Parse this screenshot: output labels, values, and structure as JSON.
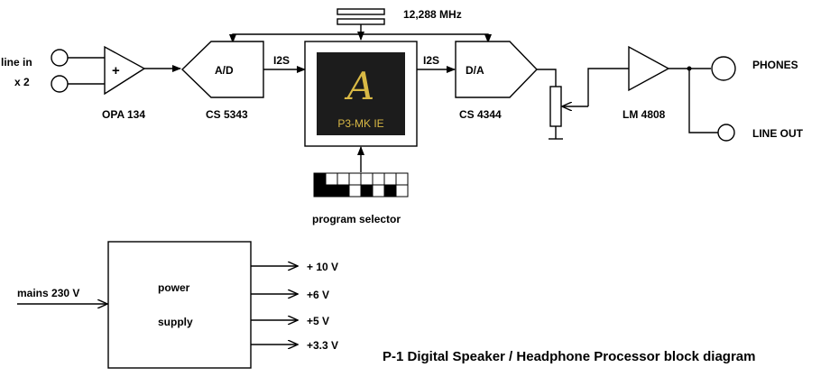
{
  "crystal": {
    "freq": "12,288 MHz"
  },
  "input": {
    "label_line1": "line in",
    "label_line2": "x 2"
  },
  "opamp": {
    "symbol": "+",
    "part": "OPA 134"
  },
  "adc": {
    "label": "A/D",
    "part": "CS 5343"
  },
  "dsp": {
    "logo": "A",
    "name": "P3-MK IE",
    "bus_in": "I2S",
    "bus_out": "I2S"
  },
  "dac": {
    "label": "D/A",
    "part": "CS 4344"
  },
  "headphone_amp": {
    "part": "LM 4808"
  },
  "outputs": {
    "phones": "PHONES",
    "line_out": "LINE OUT"
  },
  "selector": {
    "label": "program selector",
    "bits": [
      1,
      0,
      0,
      0,
      0,
      0,
      0,
      0,
      1,
      1,
      1,
      0,
      1,
      0,
      1,
      0
    ]
  },
  "power": {
    "mains": "mains 230 V",
    "box_line1": "power",
    "box_line2": "supply",
    "rails": [
      "+ 10 V",
      "+6 V",
      "+5 V",
      "+3.3 V"
    ]
  },
  "title": "P-1 Digital Speaker / Headphone Processor block diagram",
  "colors": {
    "dsp_bg": "#1c1c1c",
    "logo": "#d9b945"
  }
}
